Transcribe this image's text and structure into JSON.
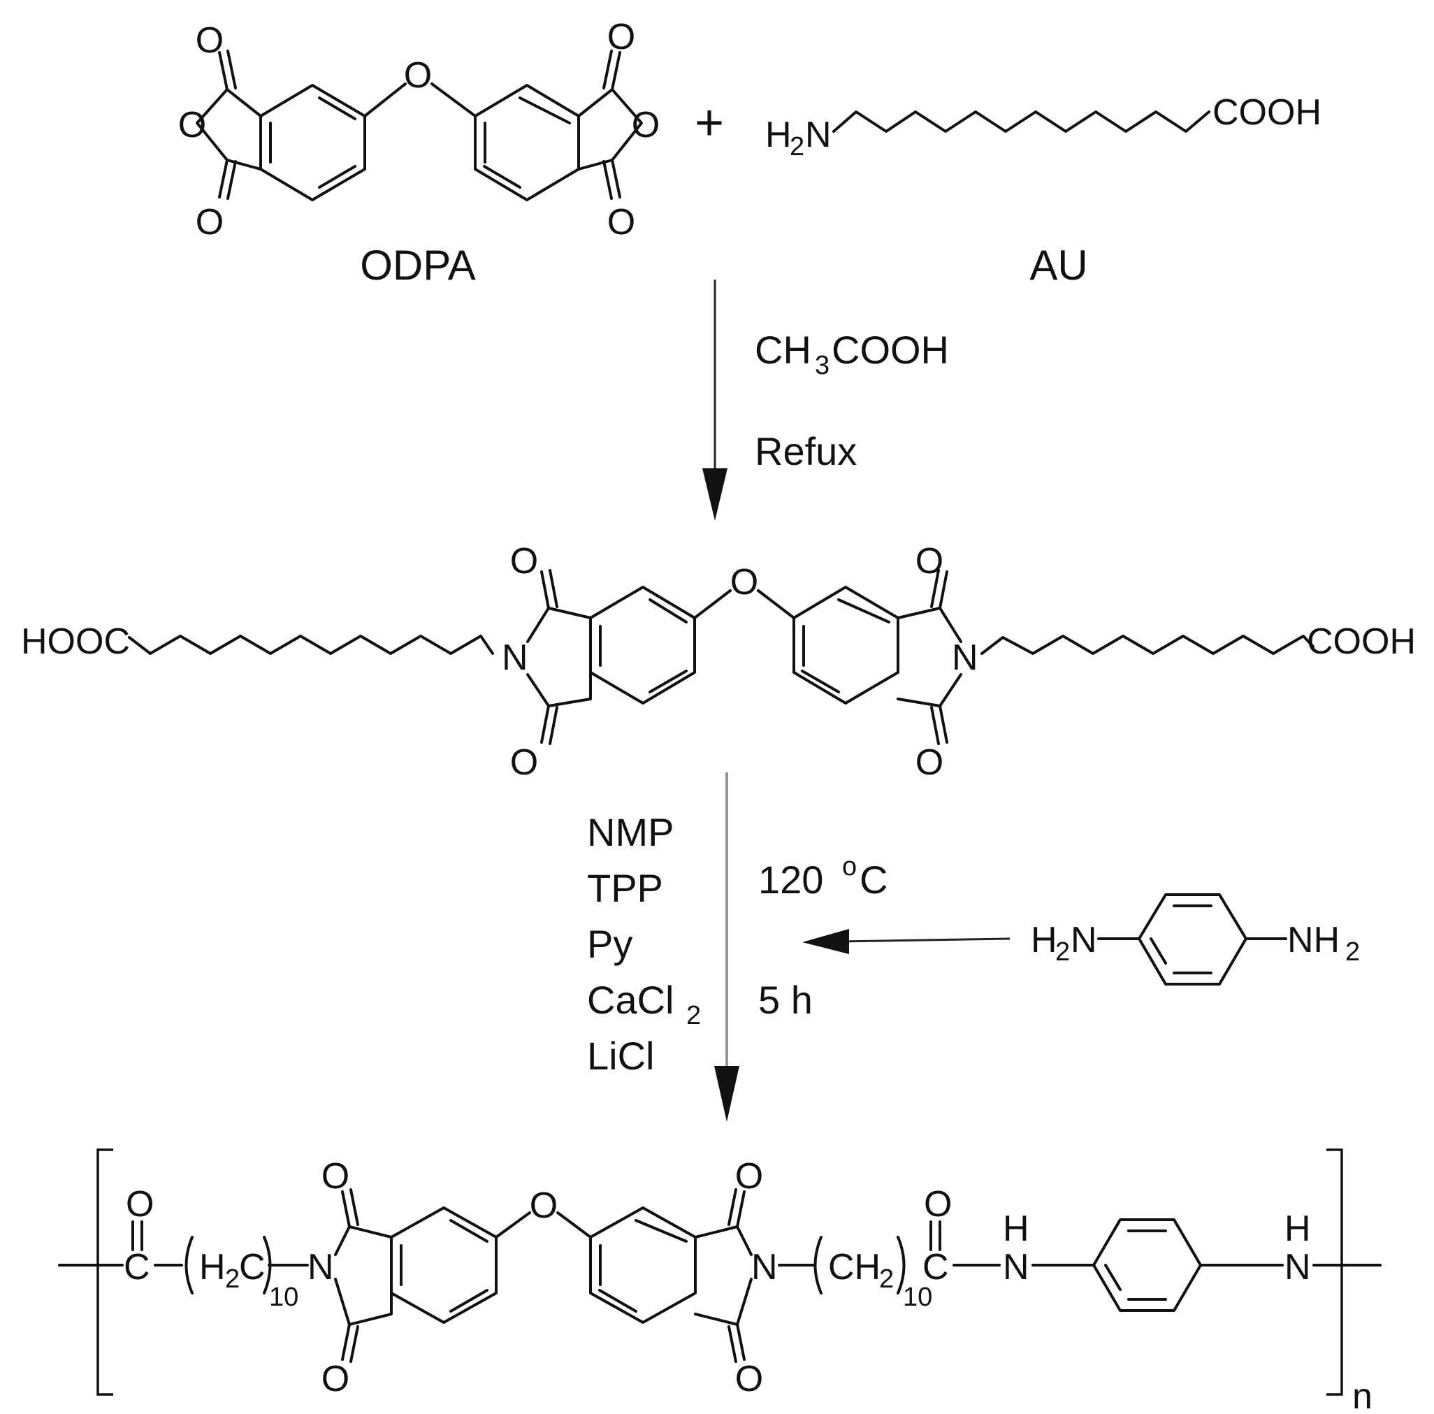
{
  "reactants": {
    "odpa_name": "ODPA",
    "au_name": "AU",
    "plus": "+",
    "au_amine": "H",
    "au_amine_sub": "2",
    "au_amine_n": "N",
    "au_acid": "COOH"
  },
  "step1": {
    "reagent_ch": "CH",
    "reagent_sub": "3",
    "reagent_rest": "COOH",
    "condition": "Refux"
  },
  "intermediate": {
    "left_acid": "HOOC",
    "right_acid": "COOH",
    "n_label": "N",
    "o_label": "O"
  },
  "step2": {
    "reagents": [
      "NMP",
      "TPP",
      "Py",
      "CaCl",
      "LiCl"
    ],
    "cacl_sub": "2",
    "temperature": "120",
    "temp_unit_sup": "o",
    "temp_unit": "C",
    "time": "5 h",
    "diamine_left_h": "H",
    "diamine_left_sub": "2",
    "diamine_left_n": "N",
    "diamine_right": "NH",
    "diamine_right_sub": "2"
  },
  "polymer": {
    "carbonyl_c": "C",
    "carbonyl_o": "O",
    "h2c_h": "H",
    "h2c_sub": "2",
    "h2c_c": "C",
    "repeat_10": "10",
    "ch2_ch": "CH",
    "ch2_sub": "2",
    "n_label": "N",
    "nh_h": "H",
    "nh_n": "N",
    "repeat_n": "n"
  }
}
